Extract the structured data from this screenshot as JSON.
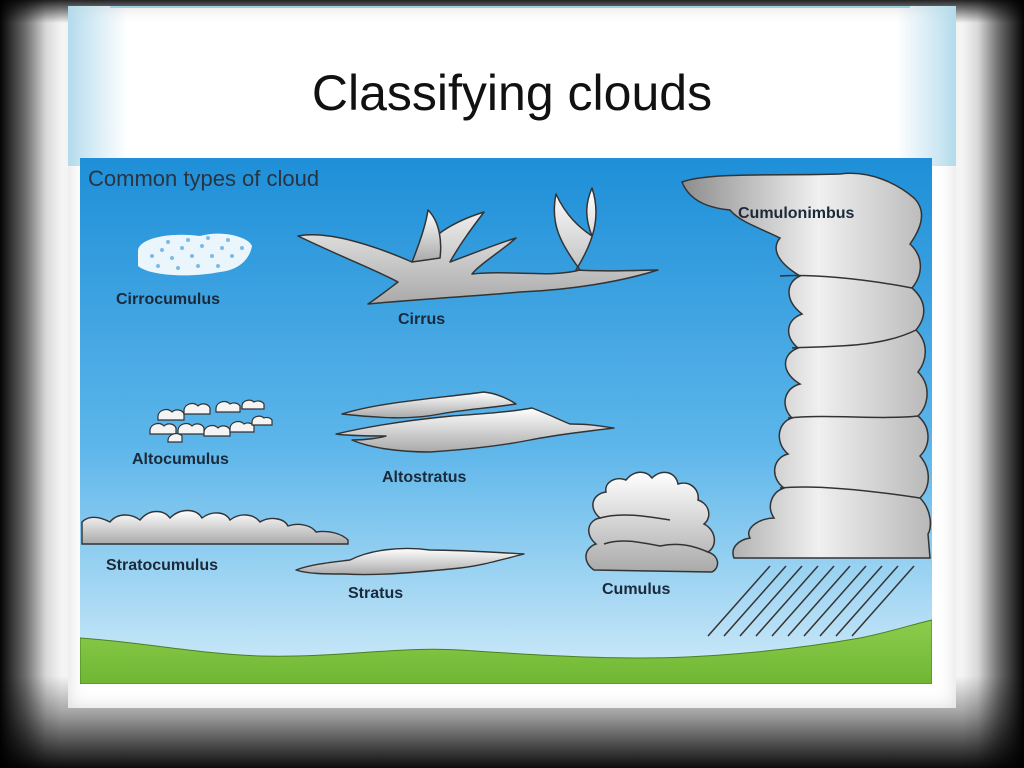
{
  "slide": {
    "title": "Classifying clouds"
  },
  "diagram": {
    "heading": "Common types of cloud",
    "labels": {
      "cirrocumulus": "Cirrocumulus",
      "cirrus": "Cirrus",
      "cumulonimbus": "Cumulonimbus",
      "altocumulus": "Altocumulus",
      "altostratus": "Altostratus",
      "stratocumulus": "Stratocumulus",
      "stratus": "Stratus",
      "cumulus": "Cumulus"
    },
    "colors": {
      "sky_top": "#1e8fd8",
      "sky_bottom": "#cfe9f8",
      "ground": "#7cc242",
      "cloud_outline": "#333333",
      "cloud_fill": "#e6e6e6",
      "label_text": "#1b2a3a"
    }
  }
}
